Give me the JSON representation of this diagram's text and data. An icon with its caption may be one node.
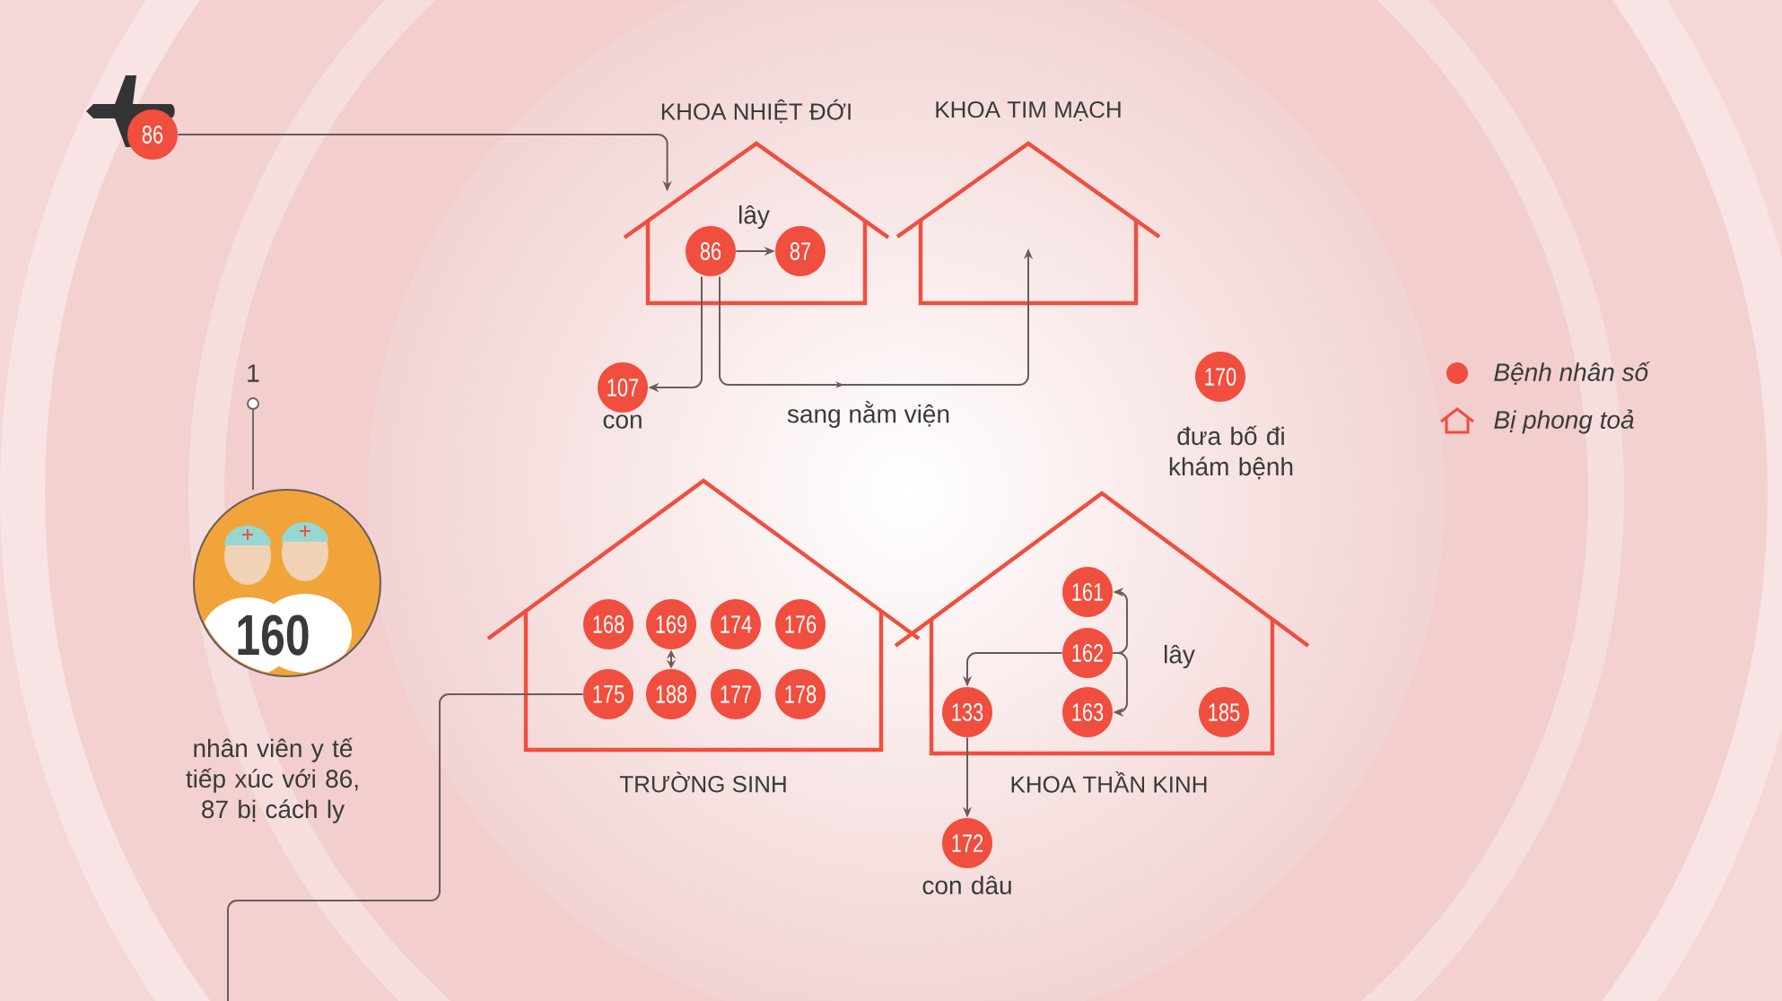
{
  "diagram": {
    "nodes": [
      {
        "text": [
          "86"
        ]
      },
      {
        "text": [
          "KHOA NHIỆT ĐỚI"
        ]
      },
      {
        "text": [
          "86"
        ],
        "in": 1
      },
      {
        "text": [
          "87"
        ],
        "in": 1
      },
      {
        "text": [
          "KHOA TIM MẠCH"
        ]
      },
      {
        "text": [
          "107"
        ],
        "beside": [
          "con"
        ]
      },
      {
        "text": [
          "170"
        ],
        "beside": [
          "đưa bố đi khám bệnh"
        ]
      },
      {
        "text": [
          "160"
        ],
        "beside": [
          "nhân viên y tế tiếp xúc với 86, 87 bị cách ly"
        ]
      },
      {
        "text": [
          "TRƯỜNG SINH"
        ]
      },
      {
        "text": [
          "168"
        ],
        "in": 8
      },
      {
        "text": [
          "169"
        ],
        "in": 8
      },
      {
        "text": [
          "174"
        ],
        "in": 8
      },
      {
        "text": [
          "176"
        ],
        "in": 8
      },
      {
        "text": [
          "175"
        ],
        "in": 8
      },
      {
        "text": [
          "188"
        ],
        "in": 8
      },
      {
        "text": [
          "177"
        ],
        "in": 8
      },
      {
        "text": [
          "178"
        ],
        "in": 8
      },
      {
        "text": [
          "KHOA THẦN KINH"
        ]
      },
      {
        "text": [
          "161"
        ],
        "in": 17
      },
      {
        "text": [
          "162"
        ],
        "in": 17
      },
      {
        "text": [
          "133"
        ],
        "in": 17
      },
      {
        "text": [
          "163"
        ],
        "in": 17
      },
      {
        "text": [
          "185"
        ],
        "in": 17
      },
      {
        "text": [
          "172"
        ],
        "beside": [
          "con dâu"
        ]
      }
    ],
    "edges": [
      {
        "from": 0,
        "to": 1,
        "arrow": "to"
      },
      {
        "from": 2,
        "to": 3,
        "arrow": "to",
        "label": "lây"
      },
      {
        "from": 2,
        "to": 5,
        "arrow": "to"
      },
      {
        "from": 2,
        "to": 4,
        "arrow": "to",
        "label": "sang nằm viện"
      },
      {
        "from": 10,
        "to": 14,
        "arrow": "both"
      },
      {
        "from": 19,
        "to": 18,
        "arrow": "to",
        "label": "lây"
      },
      {
        "from": 19,
        "to": 21,
        "arrow": "to"
      },
      {
        "from": 19,
        "to": 20,
        "arrow": "to"
      },
      {
        "from": 20,
        "to": 23,
        "arrow": "to"
      },
      {
        "from": 13,
        "to": null,
        "arrow": "none"
      }
    ],
    "labels": [
      "1"
    ],
    "legend": [
      {
        "text": "Bệnh nhân số",
        "color": "#f04e3e"
      },
      {
        "text": "Bị phong toả"
      }
    ]
  }
}
